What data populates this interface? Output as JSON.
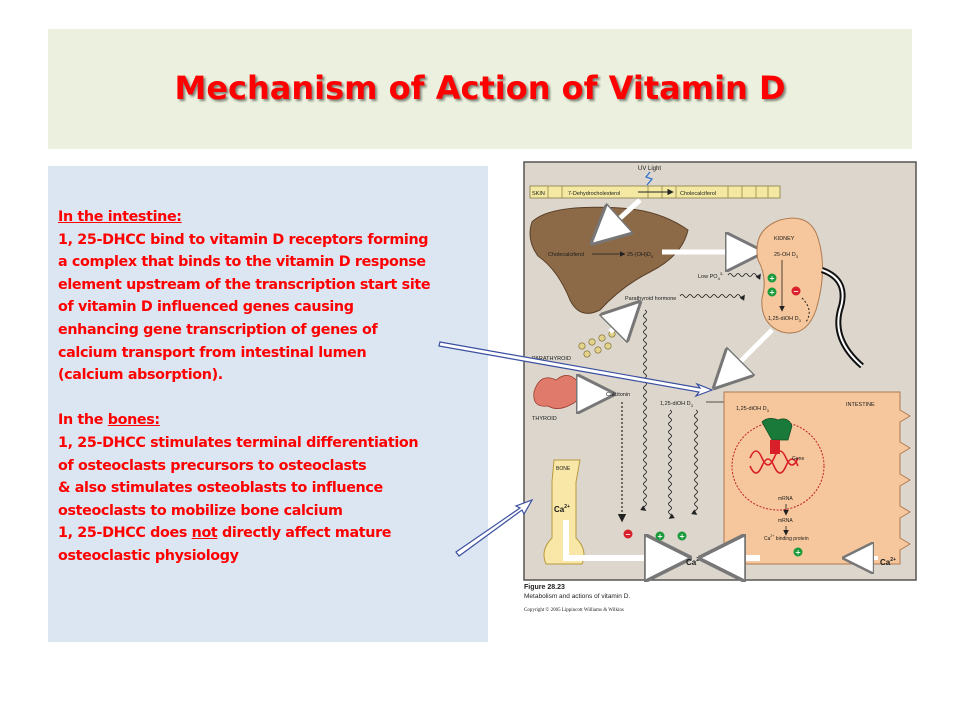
{
  "title": "Mechanism of Action of Vitamin D",
  "intestine_text": {
    "heading": "In the intestine:",
    "lines": [
      "1, 25-DHCC bind to vitamin D receptors forming",
      "a complex that binds to the vitamin D response",
      "element upstream of the transcription start site",
      "of  vitamin D influenced genes causing",
      "enhancing gene transcription of genes of",
      "calcium transport from intestinal lumen",
      "(calcium absorption)."
    ]
  },
  "bones_text": {
    "heading_prefix": "In the ",
    "heading_word": "bones:",
    "lines": [
      "1, 25-DHCC stimulates terminal differentiation",
      "of osteoclasts precursors  to osteoclasts",
      "& also stimulates osteoblasts to influence",
      "osteoclasts to mobilize bone calcium",
      "1, 25-DHCC does "
    ],
    "not_word": "not",
    "line5_suffix": " directly affect mature",
    "last_line": "osteoclastic physiology"
  },
  "figure": {
    "uv_light": "UV Light",
    "skin": "SKIN",
    "dehydrocholesterol": "7-Dehydrocholesterol",
    "cholecalciferol_skin": "Cholecalciferol",
    "cholecalciferol_liver": "Cholecalciferol",
    "liver_product": "25-(OH)D",
    "liver_sub": "3",
    "kidney": "KIDNEY",
    "kidney_25oh": "25-OH D",
    "kidney_25oh_sub": "3",
    "low_po4": "Low PO",
    "low_po4_sub": "4",
    "low_po4_sup": "3-",
    "kidney_125": "1,25-diOH D",
    "kidney_125_sub": "3",
    "pth": "Parathyroid hormone",
    "parathyroid": "PARATHYROID",
    "thyroid": "THYROID",
    "calcitonin": "Calcitonin",
    "mid_125": "1,25-diOH D",
    "mid_125_sub": "3",
    "int_125": "1,25-diOH D",
    "int_125_sub": "3",
    "intestine": "INTESTINE",
    "gene": "Gene",
    "mrna1": "mRNA",
    "mrna2": "mRNA",
    "binding_protein": "binding protein",
    "binding_ca": "Ca",
    "binding_ca_sup": "2+",
    "bone": "BONE",
    "bone_ca": "Ca",
    "bone_ca_sup": "2+",
    "blood_ca": "Ca",
    "blood_ca_sup": "2+",
    "lumen_ca": "Ca",
    "lumen_ca_sup": "2+",
    "plus": "+",
    "minus": "−",
    "caption_title": "Figure 28.23",
    "caption_sub": "Metabolism and actions of vitamin D.",
    "copyright": "Copyright © 2005 Lippincott Williams & Wilkins"
  },
  "colors": {
    "title_red": "#ff0000",
    "title_bg": "#ebf1de",
    "panel_bg": "#dce6f2",
    "figure_bg": "#dcd6cc",
    "liver": "#8c6a48",
    "kidney": "#f6c79c",
    "intestine": "#f6c79c",
    "bone": "#f8e7a6",
    "plus_green": "#1a9a3a",
    "minus_red": "#d8202a"
  }
}
